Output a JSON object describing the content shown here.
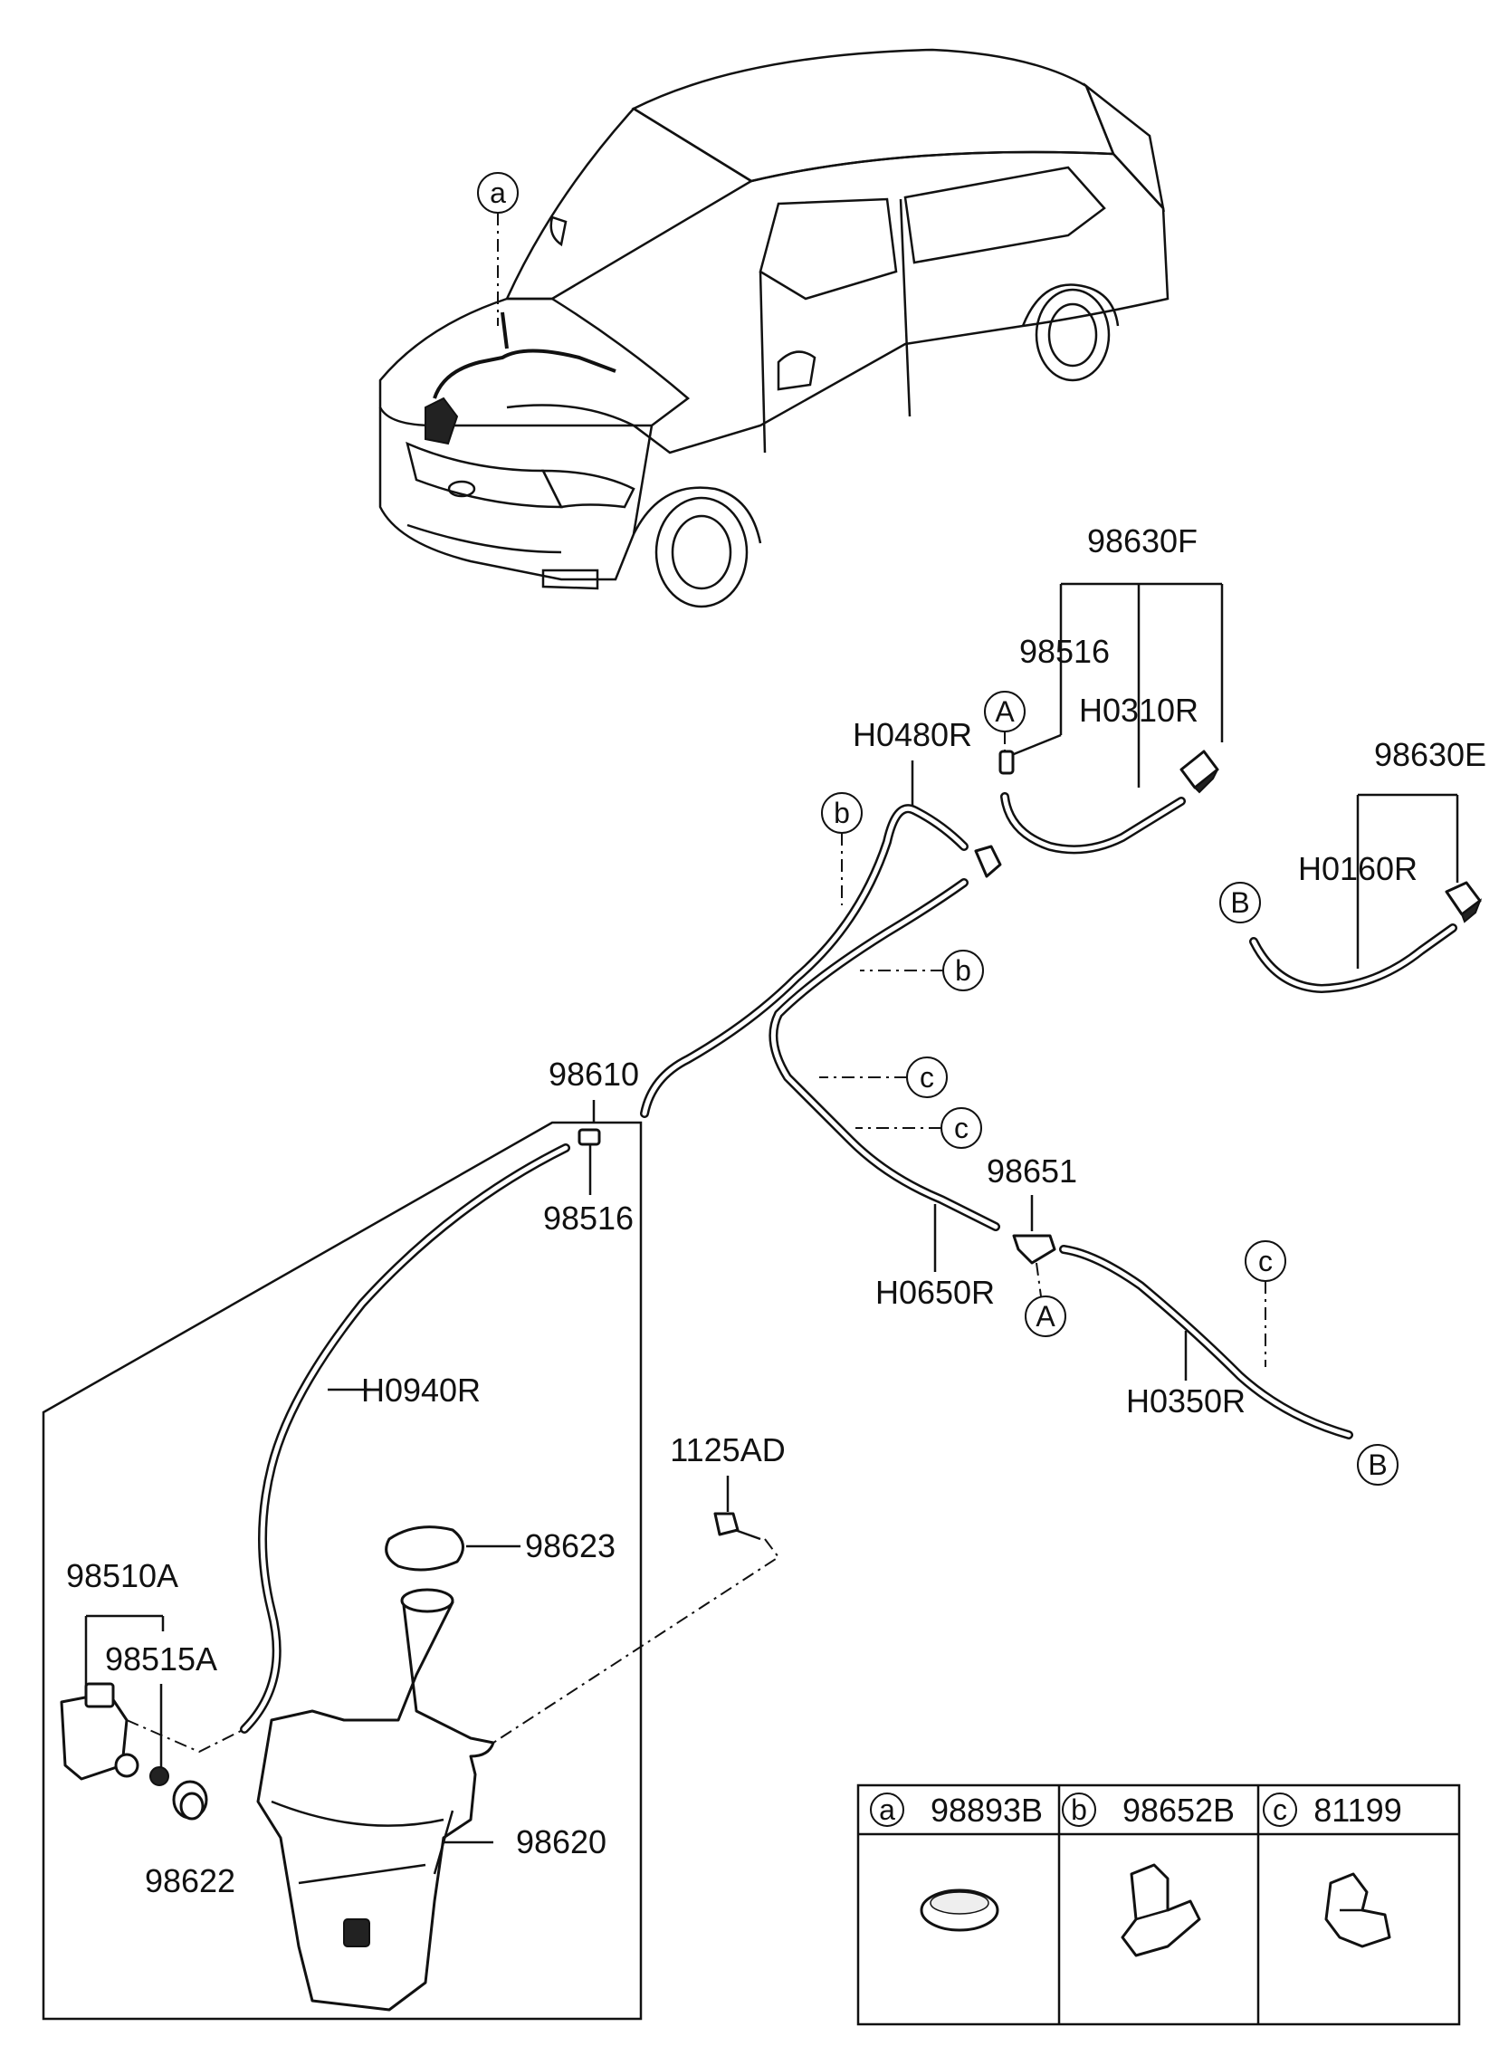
{
  "labels": {
    "p98630F": "98630F",
    "p98516_top": "98516",
    "pH0310R": "H0310R",
    "pH0480R": "H0480R",
    "p98630E": "98630E",
    "pH0160R": "H0160R",
    "p98610": "98610",
    "p98516_bot": "98516",
    "p98651": "98651",
    "pH0650R": "H0650R",
    "pH0940R": "H0940R",
    "pH0350R": "H0350R",
    "p1125AD": "1125AD",
    "p98623": "98623",
    "p98510A": "98510A",
    "p98515A": "98515A",
    "p98620": "98620",
    "p98622": "98622"
  },
  "callouts": {
    "a": "a",
    "b": "b",
    "c": "c",
    "A": "A",
    "B": "B"
  },
  "legend_table": {
    "cells": [
      {
        "letter": "a",
        "part": "98893B"
      },
      {
        "letter": "b",
        "part": "98652B"
      },
      {
        "letter": "c",
        "part": "81199"
      }
    ]
  }
}
